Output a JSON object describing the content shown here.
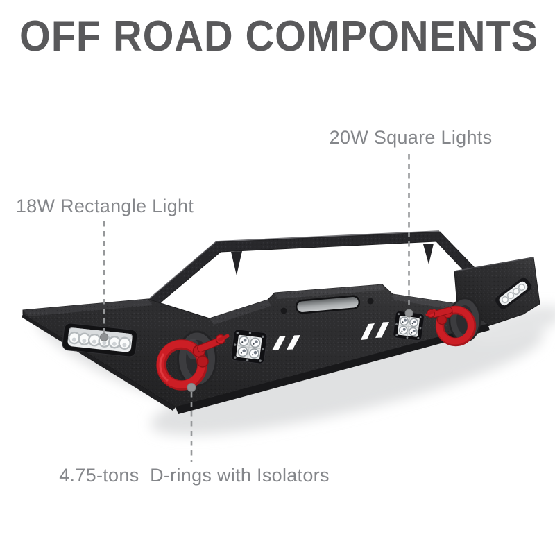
{
  "title": "OFF ROAD COMPONENTS",
  "callouts": {
    "square_lights": "20W Square Lights",
    "rectangle_light": "18W Rectangle Light",
    "d_rings": "4.75-tons  D-rings with Isolators"
  },
  "colors": {
    "background": "#ffffff",
    "title_gray": "#59595b",
    "label_gray": "#84868a",
    "callout_line_gray": "#96989a",
    "bumper_black": "#2d2d2f",
    "d_ring_red": "#cc1e25",
    "led_lens_white": "#eceeef"
  }
}
